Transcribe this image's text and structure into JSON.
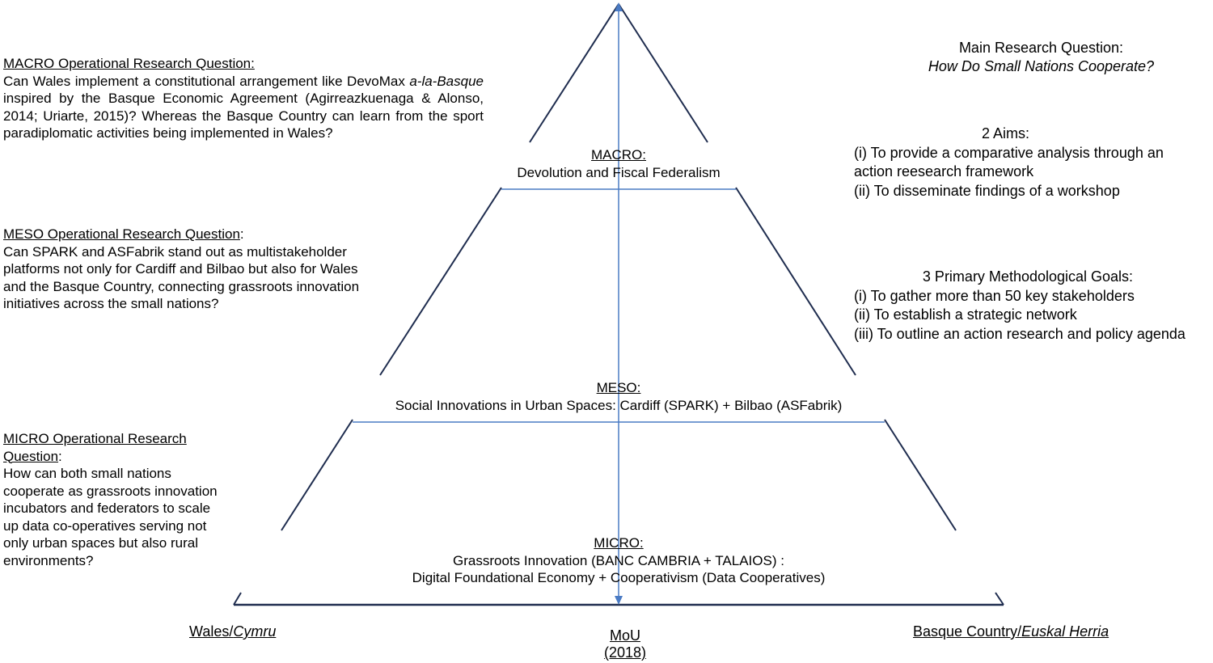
{
  "macro_question": {
    "heading": "MACRO Operational Research Question:",
    "text_a": "Can Wales implement a constitutional arrangement like DevoMax ",
    "text_italic": "a-la-Basque",
    "text_b": " inspired by the Basque Economic Agreement (Agirreazkuenaga & Alonso, 2014; Uriarte, 2015)? Whereas the Basque Country can learn from the sport paradiplomatic activities being implemented in Wales?"
  },
  "meso_question": {
    "heading": "MESO Operational Research Question",
    "colon": ":",
    "text": "Can SPARK and ASFabrik stand out as multistakeholder platforms not only for Cardiff and Bilbao but also for Wales and the Basque Country, connecting grassroots innovation initiatives across the small nations?"
  },
  "micro_question": {
    "heading": "MICRO Operational Research Question",
    "colon": ":",
    "text": "How can both small nations cooperate as grassroots innovation incubators and federators to scale up data co-operatives serving not only urban spaces but also rural environments?"
  },
  "main_question": {
    "label": "Main Research Question:",
    "text": "How Do Small Nations Cooperate?"
  },
  "aims": {
    "title": "2 Aims",
    "colon": ":",
    "items": [
      "(i) To provide a comparative analysis through an action reesearch framework",
      "(ii) To disseminate findings of a workshop"
    ]
  },
  "goals": {
    "title": "3 Primary Methodological Goals",
    "colon": ":",
    "items": [
      "(i) To gather more than 50 key stakeholders",
      "(ii) To establish a strategic network",
      "(iii) To outline an action research and policy agenda"
    ]
  },
  "levels": {
    "macro": {
      "title": "MACRO:",
      "line1": "Devolution and Fiscal Federalism"
    },
    "meso": {
      "title": "MESO:",
      "line1": "Social Innovations in Urban Spaces: Cardiff (SPARK) + Bilbao (ASFabrik)"
    },
    "micro": {
      "title": "MICRO:",
      "line1": "Grassroots Innovation (BANC CAMBRIA + TALAIOS) :",
      "line2": "Digital Foundational Economy + Cooperativism (Data Cooperatives)"
    }
  },
  "base": {
    "left_a": "Wales/",
    "left_italic": "Cymru",
    "center_line1": "MoU",
    "center_line2": "(2018)",
    "right_a": "Basque Country/",
    "right_italic": "Euskal Herria"
  },
  "colors": {
    "dark_line": "#1f2d4f",
    "axis_line": "#4a7bc4"
  }
}
